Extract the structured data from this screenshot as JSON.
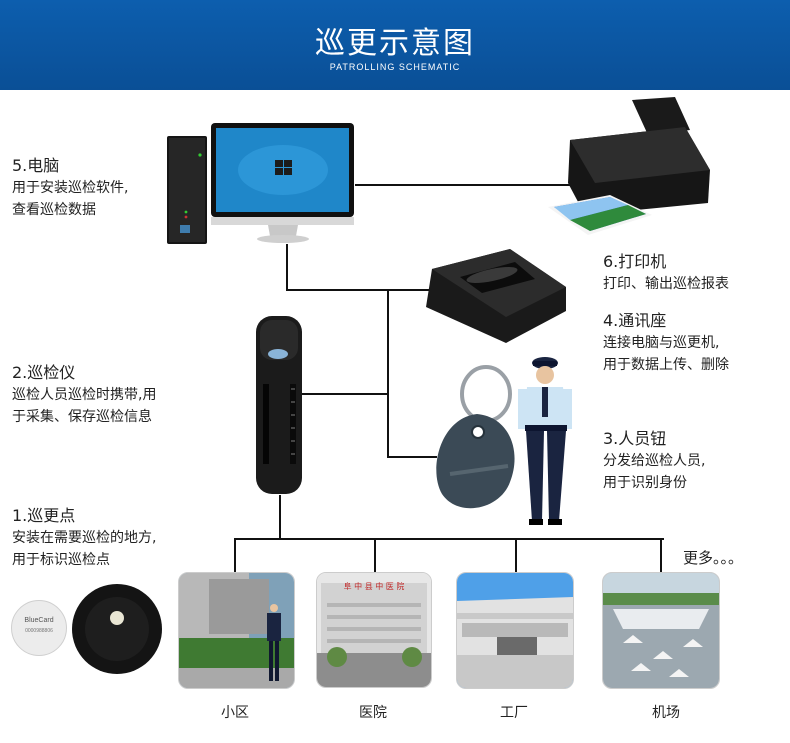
{
  "header": {
    "title": "巡更示意图",
    "subtitle": "PATROLLING SCHEMATIC"
  },
  "items": {
    "computer": {
      "title": "5.电脑",
      "line1": "用于安装巡检软件,",
      "line2": "查看巡检数据"
    },
    "printer": {
      "title": "6.打印机",
      "line1": "打印、输出巡检报表"
    },
    "dock": {
      "title": "4.通讯座",
      "line1": "连接电脑与巡更机,",
      "line2": "用于数据上传、删除"
    },
    "device": {
      "title": "2.巡检仪",
      "line1": "巡检人员巡检时携带,用",
      "line2": "于采集、保存巡检信息"
    },
    "badge": {
      "title": "3.人员钮",
      "line1": "分发给巡检人员,",
      "line2": "用于识别身份"
    },
    "point": {
      "title": "1.巡更点",
      "line1": "安装在需要巡检的地方,",
      "line2": "用于标识巡检点"
    }
  },
  "card_text": {
    "brand": "BlueCard",
    "number": "0000988806"
  },
  "hospital_sign": "阜 中 县 中 医 院",
  "locations": [
    "小区",
    "医院",
    "工厂",
    "机场"
  ],
  "more": "更多。。。"
}
